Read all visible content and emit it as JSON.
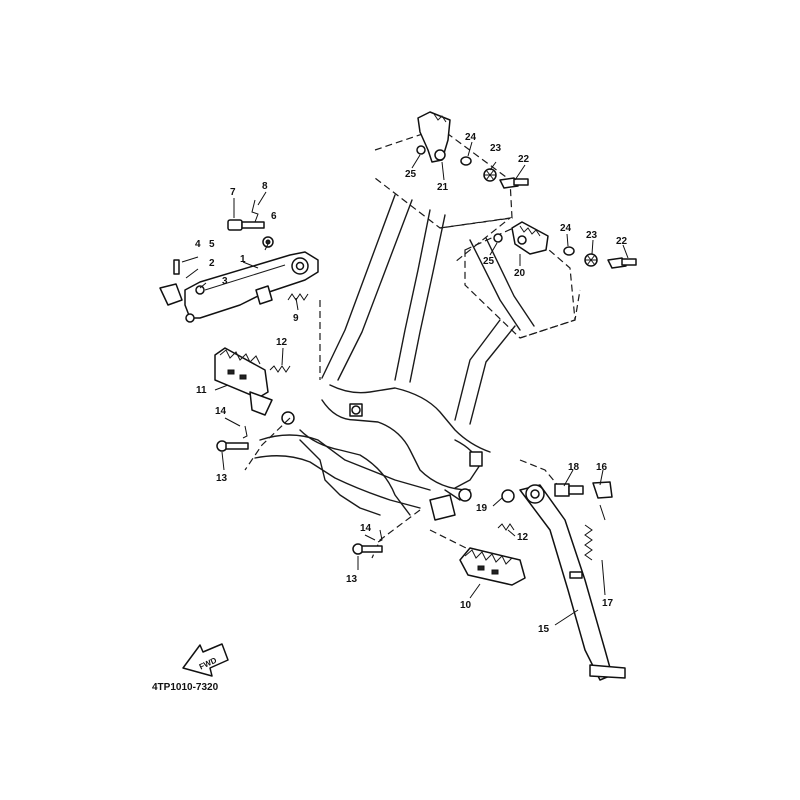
{
  "diagram": {
    "drawing_code": "4TP1010-7320",
    "fwd_label": "FWD",
    "callouts": [
      {
        "id": "c1",
        "text": "1"
      },
      {
        "id": "c2",
        "text": "2"
      },
      {
        "id": "c3",
        "text": "3"
      },
      {
        "id": "c4",
        "text": "4"
      },
      {
        "id": "c5",
        "text": "5"
      },
      {
        "id": "c6",
        "text": "6"
      },
      {
        "id": "c7",
        "text": "7"
      },
      {
        "id": "c8",
        "text": "8"
      },
      {
        "id": "c9",
        "text": "9"
      },
      {
        "id": "c10",
        "text": "10"
      },
      {
        "id": "c11",
        "text": "11"
      },
      {
        "id": "c12a",
        "text": "12"
      },
      {
        "id": "c12b",
        "text": "12"
      },
      {
        "id": "c13a",
        "text": "13"
      },
      {
        "id": "c13b",
        "text": "13"
      },
      {
        "id": "c14a",
        "text": "14"
      },
      {
        "id": "c14b",
        "text": "14"
      },
      {
        "id": "c15",
        "text": "15"
      },
      {
        "id": "c16",
        "text": "16"
      },
      {
        "id": "c17",
        "text": "17"
      },
      {
        "id": "c18",
        "text": "18"
      },
      {
        "id": "c19",
        "text": "19"
      },
      {
        "id": "c20",
        "text": "20"
      },
      {
        "id": "c21",
        "text": "21"
      },
      {
        "id": "c22a",
        "text": "22"
      },
      {
        "id": "c22b",
        "text": "22"
      },
      {
        "id": "c23a",
        "text": "23"
      },
      {
        "id": "c23b",
        "text": "23"
      },
      {
        "id": "c24a",
        "text": "24"
      },
      {
        "id": "c24b",
        "text": "24"
      },
      {
        "id": "c25a",
        "text": "25"
      },
      {
        "id": "c25b",
        "text": "25"
      }
    ]
  }
}
